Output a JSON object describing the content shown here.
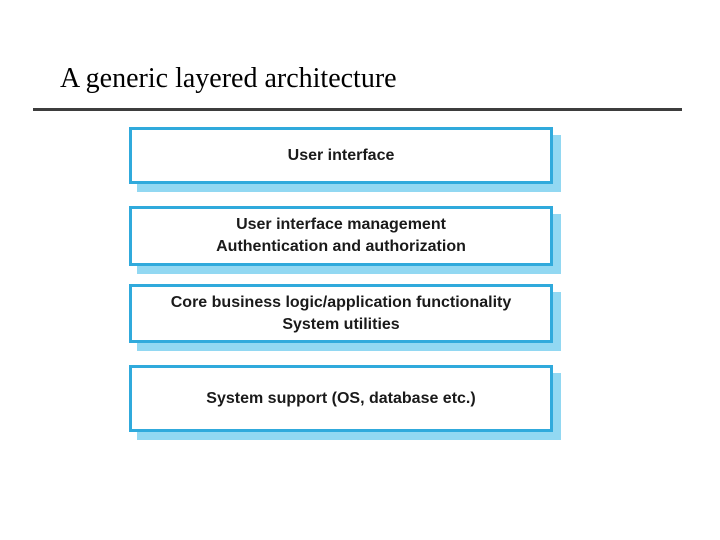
{
  "slide": {
    "title": "A generic layered architecture"
  },
  "diagram": {
    "layers": [
      {
        "name": "user-interface",
        "lines": [
          "User interface"
        ]
      },
      {
        "name": "ui-management",
        "lines": [
          "User interface management",
          "Authentication and authorization"
        ]
      },
      {
        "name": "core-logic",
        "lines": [
          "Core business logic/application functionality",
          "System utilities"
        ]
      },
      {
        "name": "system-support",
        "lines": [
          "System support (OS, database etc.)"
        ]
      }
    ]
  },
  "colors": {
    "box_border": "#30aadc",
    "box_shadow": "#92d8f2",
    "box_text": "#1a1a1a",
    "divider": "#3d3d3d",
    "title_text": "#000000"
  }
}
